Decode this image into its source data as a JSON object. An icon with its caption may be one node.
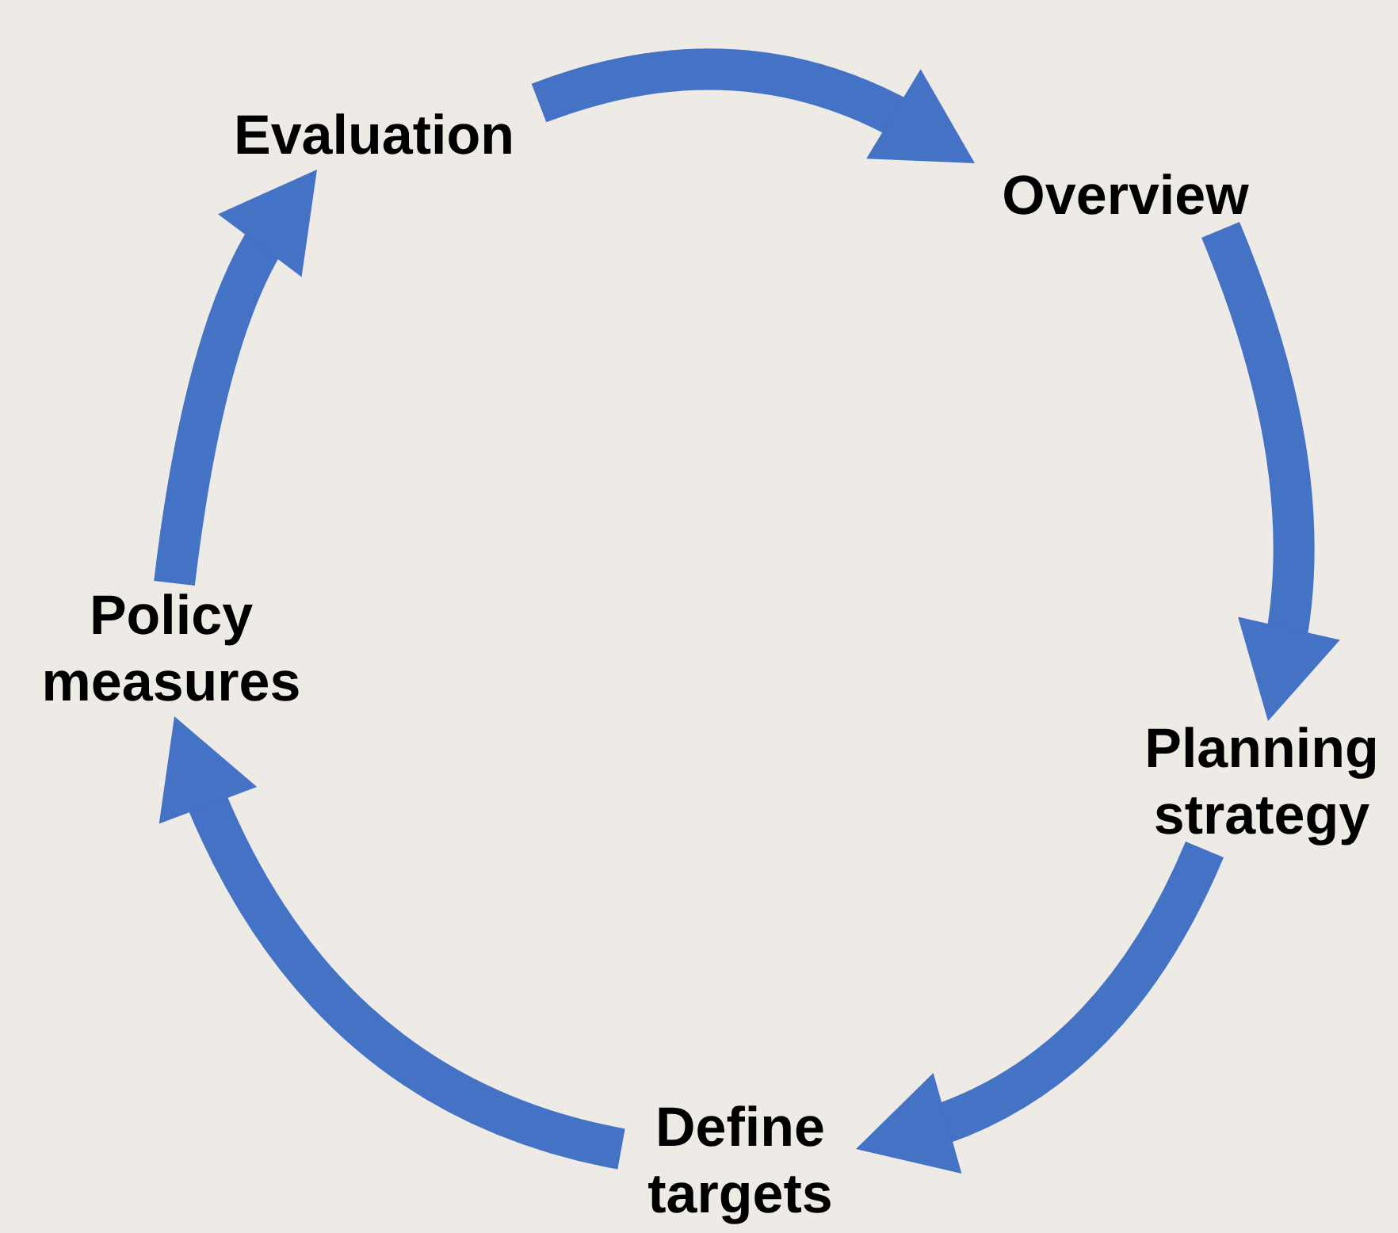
{
  "diagram": {
    "nodes": [
      {
        "text": [
          "Evaluation"
        ]
      },
      {
        "text": [
          "Overview"
        ]
      },
      {
        "text": [
          "Planning strategy"
        ]
      },
      {
        "text": [
          "Define targets"
        ]
      },
      {
        "text": [
          "Policy measures"
        ]
      }
    ],
    "edges": [
      {
        "from": 0,
        "to": 1,
        "arrow": "to"
      },
      {
        "from": 1,
        "to": 2,
        "arrow": "to"
      },
      {
        "from": 2,
        "to": 3,
        "arrow": "to"
      },
      {
        "from": 3,
        "to": 4,
        "arrow": "to"
      },
      {
        "from": 4,
        "to": 0,
        "arrow": "to"
      }
    ]
  }
}
